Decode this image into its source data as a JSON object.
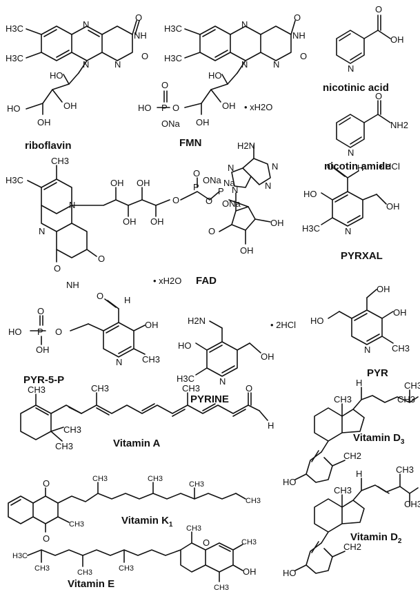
{
  "compounds": [
    {
      "name": "riboflavin"
    },
    {
      "name": "FMN",
      "salt": "• xH2O"
    },
    {
      "name": "nicotinic acid"
    },
    {
      "name": "nicotin amide"
    },
    {
      "name": "FAD",
      "salt": "• xH2O"
    },
    {
      "name": "PYRXAL",
      "salt": "• HCl"
    },
    {
      "name": "PYR-5-P"
    },
    {
      "name": "PYRINE",
      "salt": "• 2HCl"
    },
    {
      "name": "PYR"
    },
    {
      "name": "Vitamin A"
    },
    {
      "name": "Vitamin D",
      "sub": "3"
    },
    {
      "name": "Vitamin K",
      "sub": "1"
    },
    {
      "name": "Vitamin D",
      "sub": "2"
    },
    {
      "name": "Vitamin E"
    }
  ],
  "atoms": {
    "ch3": "CH3",
    "h3c": "H3C",
    "oh": "OH",
    "ho": "HO",
    "o": "O",
    "n": "N",
    "nh": "NH",
    "h": "H",
    "nh2": "NH2",
    "h2n": "H2N",
    "p": "P",
    "ona": "ONa",
    "na": "Na",
    "ch2": "CH2"
  }
}
